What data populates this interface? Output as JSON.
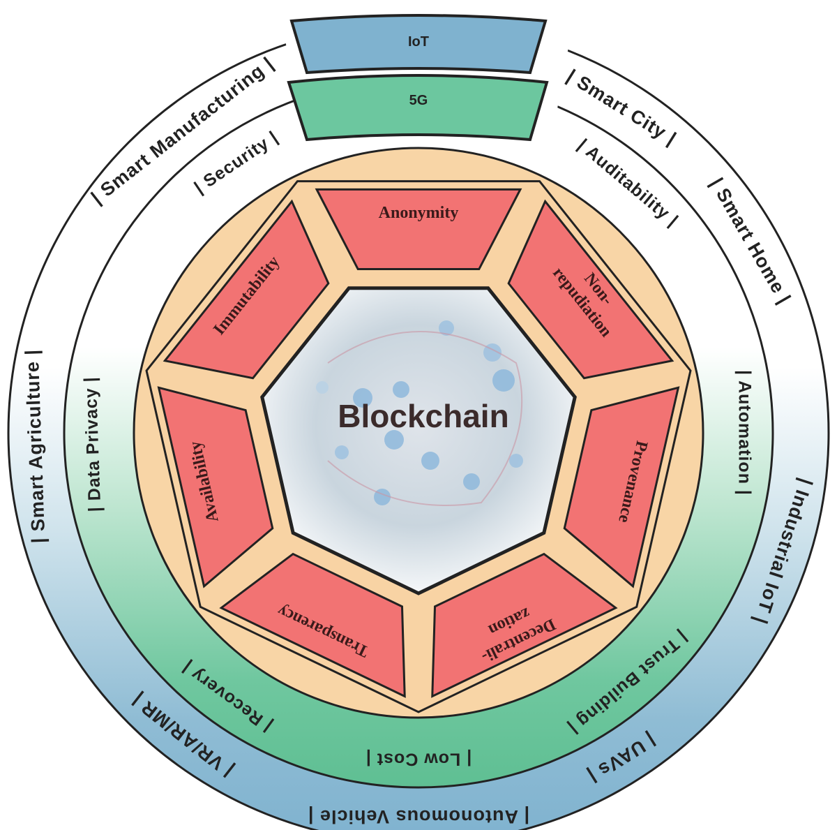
{
  "center": {
    "title": "Blockchain"
  },
  "tabs": {
    "outer": "IoT",
    "inner": "5G"
  },
  "properties": [
    {
      "lines": [
        "Anonymity"
      ]
    },
    {
      "lines": [
        "Non-",
        "repudiation"
      ]
    },
    {
      "lines": [
        "Provenance"
      ]
    },
    {
      "lines": [
        "Decentrali-",
        "zation"
      ]
    },
    {
      "lines": [
        "Transparency"
      ]
    },
    {
      "lines": [
        "Availability"
      ]
    },
    {
      "lines": [
        "Immutability"
      ]
    }
  ],
  "outer_ring": {
    "labels": [
      "| Smart City |",
      "| Smart Home |",
      "| Industrial IoT |",
      "| UAVs |",
      "| Autonomous Vehicle |",
      "| VR/AR/MR |",
      "| Smart  Agriculture |",
      "| Smart  Manufacturing |"
    ]
  },
  "inner_ring": {
    "labels": [
      "| Auditability |",
      "| Automation |",
      "| Trust Building |",
      "| Low Cost |",
      "| Recovery |",
      "| Data Privacy |",
      "| Security |"
    ]
  },
  "colors": {
    "ring_blue": "#7fb2cf",
    "ring_green": "#67c49b",
    "tab_blue": "#7fb2cf",
    "tab_green": "#6cc79f",
    "peach": "#f8d5a6",
    "property_red": "#f27373",
    "outline": "#222222"
  }
}
